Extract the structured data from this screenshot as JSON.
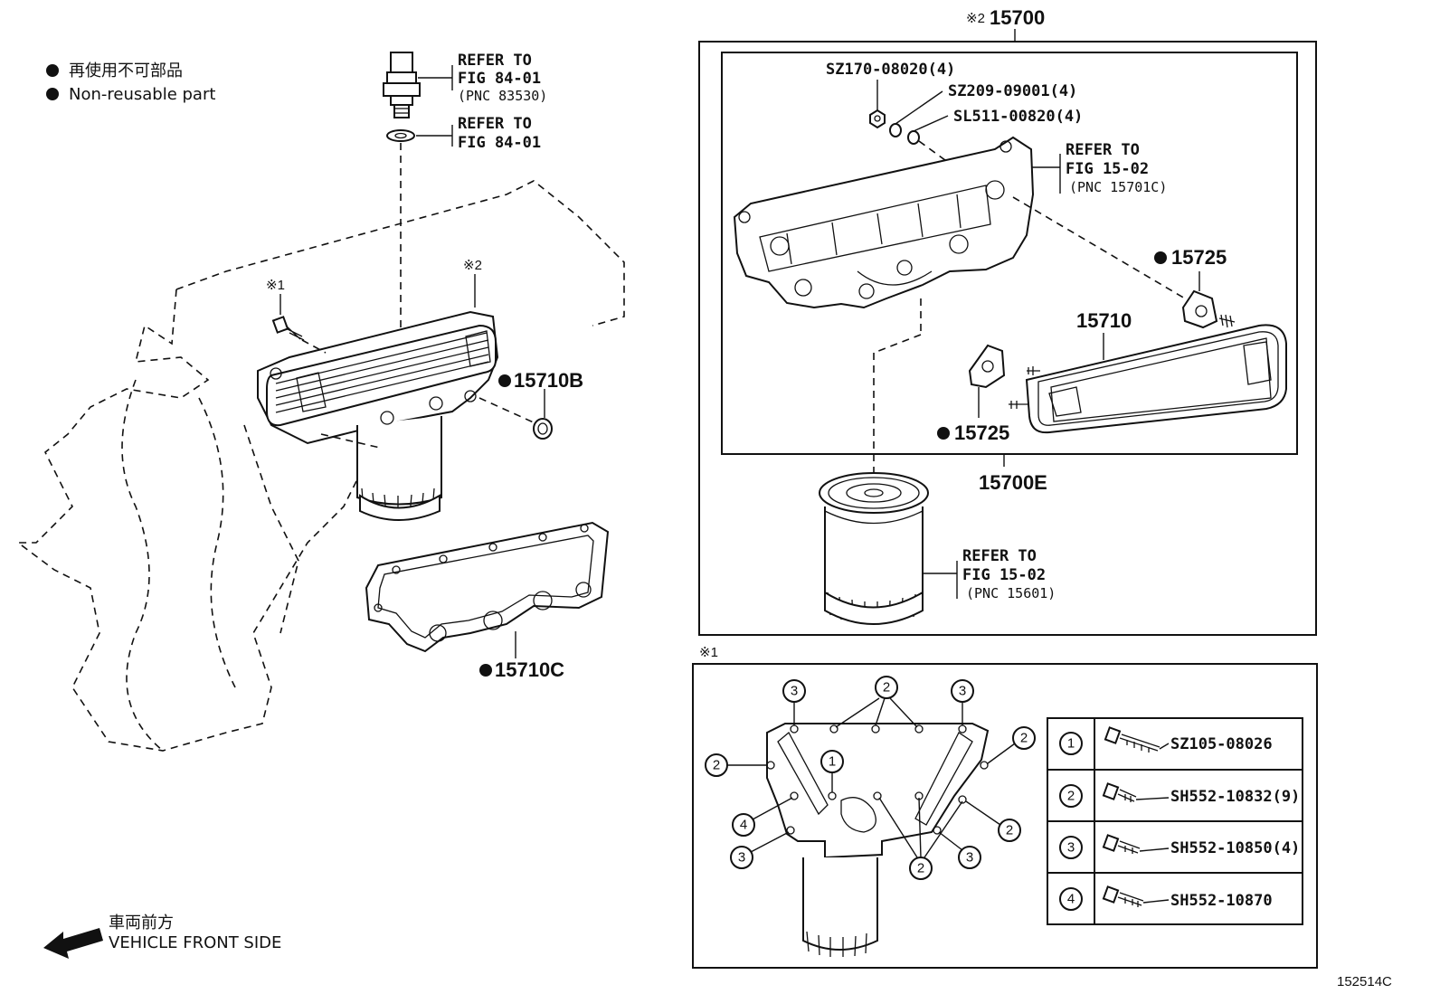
{
  "legend": {
    "line1": "再使用不可部品",
    "line2": "Non-reusable part"
  },
  "direction": {
    "jp": "車両前方",
    "en": "VEHICLE FRONT SIDE"
  },
  "figure_id": "152514C",
  "sensor_ref": {
    "line1": "REFER TO",
    "line2": "FIG 84-01",
    "line3": "(PNC 83530)"
  },
  "washer_ref": {
    "line1": "REFER TO",
    "line2": "FIG 84-01"
  },
  "marks": {
    "m1": "※1",
    "m2": "※2"
  },
  "parts_left": {
    "p15710B": "15710B",
    "p15710C": "15710C"
  },
  "assembly": {
    "title_mark": "※2",
    "title": "15700",
    "sub_label": "15700E",
    "bolts": [
      "SZ170-08020(4)",
      "SZ209-09001(4)",
      "SL511-00820(4)"
    ],
    "housing_ref": {
      "line1": "REFER TO",
      "line2": "FIG 15-02",
      "line3": "(PNC 15701C)"
    },
    "p15725_top": "15725",
    "p15725_bot": "15725",
    "p15710": "15710",
    "filter_ref": {
      "line1": "REFER TO",
      "line2": "FIG 15-02",
      "line3": "(PNC 15601)"
    }
  },
  "detail": {
    "mark": "※1",
    "callouts": [
      "1",
      "2",
      "3",
      "4"
    ],
    "table": [
      {
        "num": "1",
        "part": "SZ105-08026"
      },
      {
        "num": "2",
        "part": "SH552-10832(9)"
      },
      {
        "num": "3",
        "part": "SH552-10850(4)"
      },
      {
        "num": "4",
        "part": "SH552-10870"
      }
    ]
  }
}
